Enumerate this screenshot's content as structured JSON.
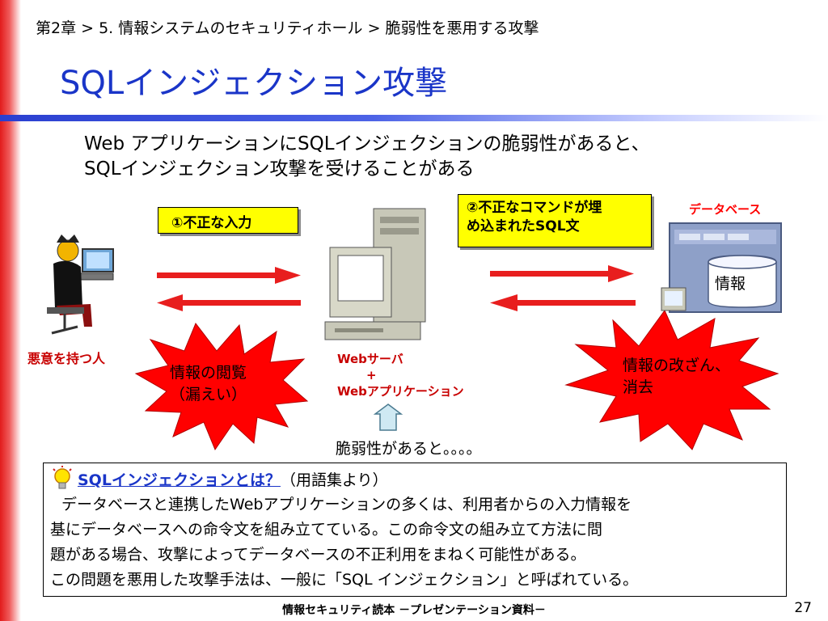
{
  "breadcrumb": "第2章 > 5. 情報システムのセキュリティホール > 脆弱性を悪用する攻撃",
  "title": "SQLインジェクション攻撃",
  "lead": {
    "line1": "Web アプリケーションにSQLインジェクションの脆弱性があると、",
    "line2": "SQLインジェクション攻撃を受けることがある"
  },
  "diagram": {
    "step1": "①不正な入力",
    "step2_line1": "②不正なコマンドが埋",
    "step2_line2": "め込まれたSQL文",
    "db_label": "データベース",
    "db_info": "情報",
    "attacker_label": "悪意を持つ人",
    "server_line1": "Webサーバ",
    "server_plus": "+",
    "server_line2": "Webアプリケーション",
    "vuln_label": "脆弱性があると。。。。",
    "burst_left_line1": "情報の閲覧",
    "burst_left_line2": "（漏えい）",
    "burst_right_line1": "情報の改ざん、",
    "burst_right_line2": "消去"
  },
  "glossary": {
    "term": "SQLインジェクションとは？",
    "source": "（用語集より）",
    "lines": [
      "データベースと連携したWebアプリケーションの多くは、利用者からの入力情報を",
      "基にデータベースへの命令文を組み立てている。この命令文の組み立て方法に問",
      "題がある場合、攻撃によってデータベースの不正利用をまねく可能性がある。",
      "この問題を悪用した攻撃手法は、一般に「SQL インジェクション」と呼ばれている。"
    ],
    "icon": "lightbulb-icon"
  },
  "footer": {
    "center": "情報セキュリティ読本 －プレゼンテーション資料－",
    "page": "27"
  },
  "colors": {
    "title": "#1a35c8",
    "accent_red": "#e21b1b",
    "callout_yellow": "#ffff00",
    "burst_red": "#ff0000"
  }
}
